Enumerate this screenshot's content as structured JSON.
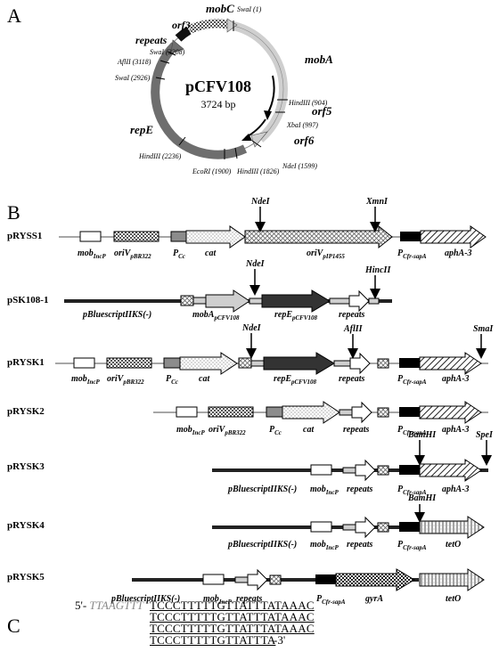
{
  "panels": {
    "a": "A",
    "b": "B",
    "c": "C"
  },
  "plasmid": {
    "name": "pCFV108",
    "size": "3724 bp",
    "genes": {
      "mobC": "mobC",
      "mobA": "mobA",
      "orf5": "orf5",
      "orf6": "orf6",
      "repE": "repE",
      "repeats": "repeats",
      "orf3": "orf3"
    },
    "sites": {
      "swa1": "SwaI (1)",
      "hind904": "HindIII (904)",
      "xba997": "XbaI (997)",
      "nde1599": "NdeI (1599)",
      "hind1826": "HindIII (1826)",
      "eco1900": "EcoRI (1900)",
      "hind2236": "HindIII (2236)",
      "swa2926": "SwaI (2926)",
      "afl3118": "AflII (3118)",
      "swa3208": "SwaI (3208)"
    }
  },
  "constructs": [
    {
      "name": "pRYSS1"
    },
    {
      "name": "pSK108-1"
    },
    {
      "name": "pRYSK1"
    },
    {
      "name": "pRYSK2"
    },
    {
      "name": "pRYSK3"
    },
    {
      "name": "pRYSK4"
    },
    {
      "name": "pRYSK5"
    }
  ],
  "labels": {
    "mob": "mob",
    "mob_sub": "IncP",
    "ori": "oriV",
    "ori_sub": "pBR322",
    "pcc": "P",
    "pcc_sub": "Cc",
    "cat": "cat",
    "oripip": "oriV",
    "oripip_sub": "pIP1455",
    "pcfr": "P",
    "pcfr_sub": "Cfr-sapA",
    "apha": "aphA-3",
    "bluescript": "pBluescriptIIKS(-)",
    "mobA": "mobA",
    "mobA_sub": "pCFV108",
    "repE": "repE",
    "repE_sub": "pCFV108",
    "repeats": "repeats",
    "tetO": "tetO",
    "gyrA": "gyrA"
  },
  "enzymes": {
    "ndeI": "NdeI",
    "xmnI": "XmnI",
    "hincII": "HincII",
    "aflII": "AflII",
    "smaI": "SmaI",
    "bamHI": "BamHI",
    "speI": "SpeI"
  },
  "sequence": {
    "prefix_label": "5'-",
    "prefix": "TTAAGTTT",
    "repeats": [
      "TCCCTTTTTGTTATTTATAAAC",
      "TCCCTTTTTGTTATTTATAAAC",
      "TCCCTTTTTGTTATTTATAAAC",
      "TCCCTTTTTGTTATTTA"
    ],
    "suffix": "-3'"
  },
  "colors": {
    "dark": "#333333",
    "mid": "#6e6e6e",
    "light": "#cfcfcf",
    "lighter": "#e0e0e0",
    "pcc": "#8c8c8c",
    "black": "#000000"
  }
}
